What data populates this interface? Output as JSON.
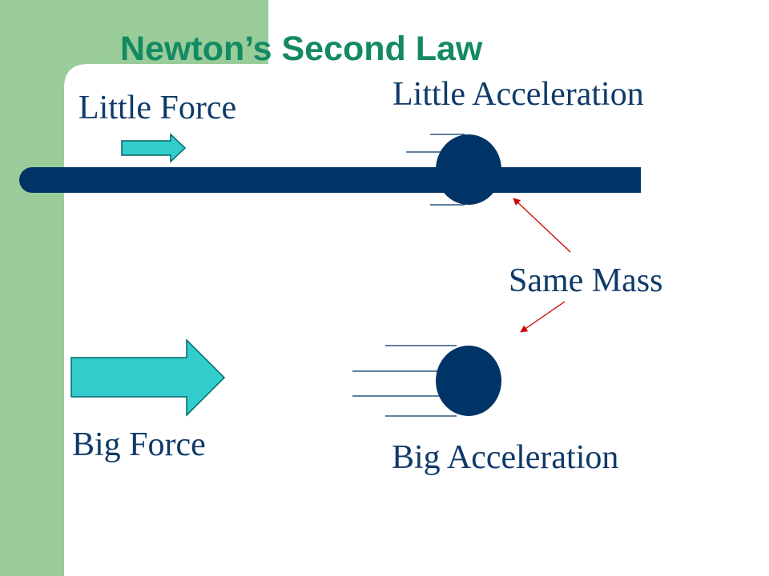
{
  "slide": {
    "title": "Newton’s Second Law"
  },
  "labels": {
    "little_force": "Little Force",
    "little_acceleration": "Little Acceleration",
    "same_mass": "Same Mass",
    "big_force": "Big Force",
    "big_acceleration": "Big Acceleration"
  },
  "colors": {
    "title": "#138a63",
    "label_text": "#0f3a69",
    "sidebar": "#99cc99",
    "navy": "#003366",
    "force_arrow_fill": "#33cccc",
    "force_arrow_stroke": "#006666",
    "pointer": "#cc0000"
  },
  "icons": {
    "force_arrow": "right-arrow-icon",
    "mass": "ball-icon"
  }
}
